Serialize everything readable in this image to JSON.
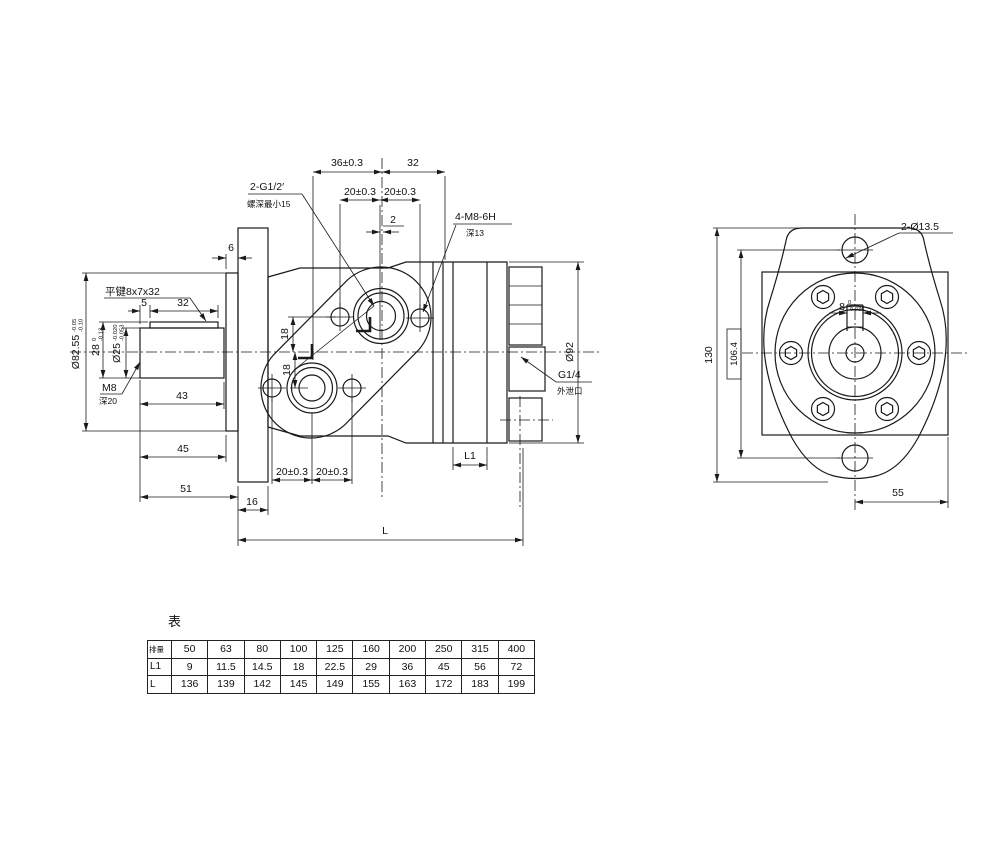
{
  "side_view": {
    "key_label": "平键8x7x32",
    "dim_key_5": "5",
    "dim_key_32": "32",
    "dia_pilot": {
      "v": "Ø82.55",
      "tol_up": "-0.05",
      "tol_dn": "-0.10"
    },
    "dim_across_key": {
      "v": "28",
      "tol_up": "0",
      "tol_dn": "-0.13"
    },
    "dia_shaft": {
      "v": "Ø25",
      "tol_up": "-0.020",
      "tol_dn": "-0.053"
    },
    "tap_label": "M8",
    "tap_depth": "深20",
    "dim_43": "43",
    "dim_45": "45",
    "dim_51": "51",
    "dim_16": "16",
    "dim_6": "6",
    "dim_36": "36±0.3",
    "dim_32": "32",
    "dim_20_top1": "20±0.3",
    "dim_20_top2": "20±0.3",
    "dim_2": "2",
    "ports_label": "2-G1/2′",
    "ports_note": "螺深最小15",
    "bolt_holes_label": "4-M8-6H",
    "bolt_holes_note": "深13",
    "dim_18_upper": "18",
    "dim_18_lower": "18",
    "dim_20_bot1": "20±0.3",
    "dim_20_bot2": "20±0.3",
    "dia_body": "Ø92",
    "drain_label": "G1/4",
    "drain_note": "外泄口",
    "dim_L1": "L1",
    "dim_L": "L"
  },
  "front_view": {
    "holes_label": "2-Ø13.5",
    "dim_130": "130",
    "dim_106": "106.4",
    "dim_55": "55",
    "keyway": {
      "v": "8",
      "tol_up": "0",
      "tol_dn": "-0.036"
    }
  },
  "table": {
    "title": "表",
    "rows": [
      {
        "h": "排量",
        "c": [
          "50",
          "63",
          "80",
          "100",
          "125",
          "160",
          "200",
          "250",
          "315",
          "400"
        ]
      },
      {
        "h": "L1",
        "c": [
          "9",
          "11.5",
          "14.5",
          "18",
          "22.5",
          "29",
          "36",
          "45",
          "56",
          "72"
        ]
      },
      {
        "h": "L",
        "c": [
          "136",
          "139",
          "142",
          "145",
          "149",
          "155",
          "163",
          "172",
          "183",
          "199"
        ]
      }
    ]
  },
  "colors": {
    "line": "#1a1a1a",
    "background": "#ffffff"
  }
}
